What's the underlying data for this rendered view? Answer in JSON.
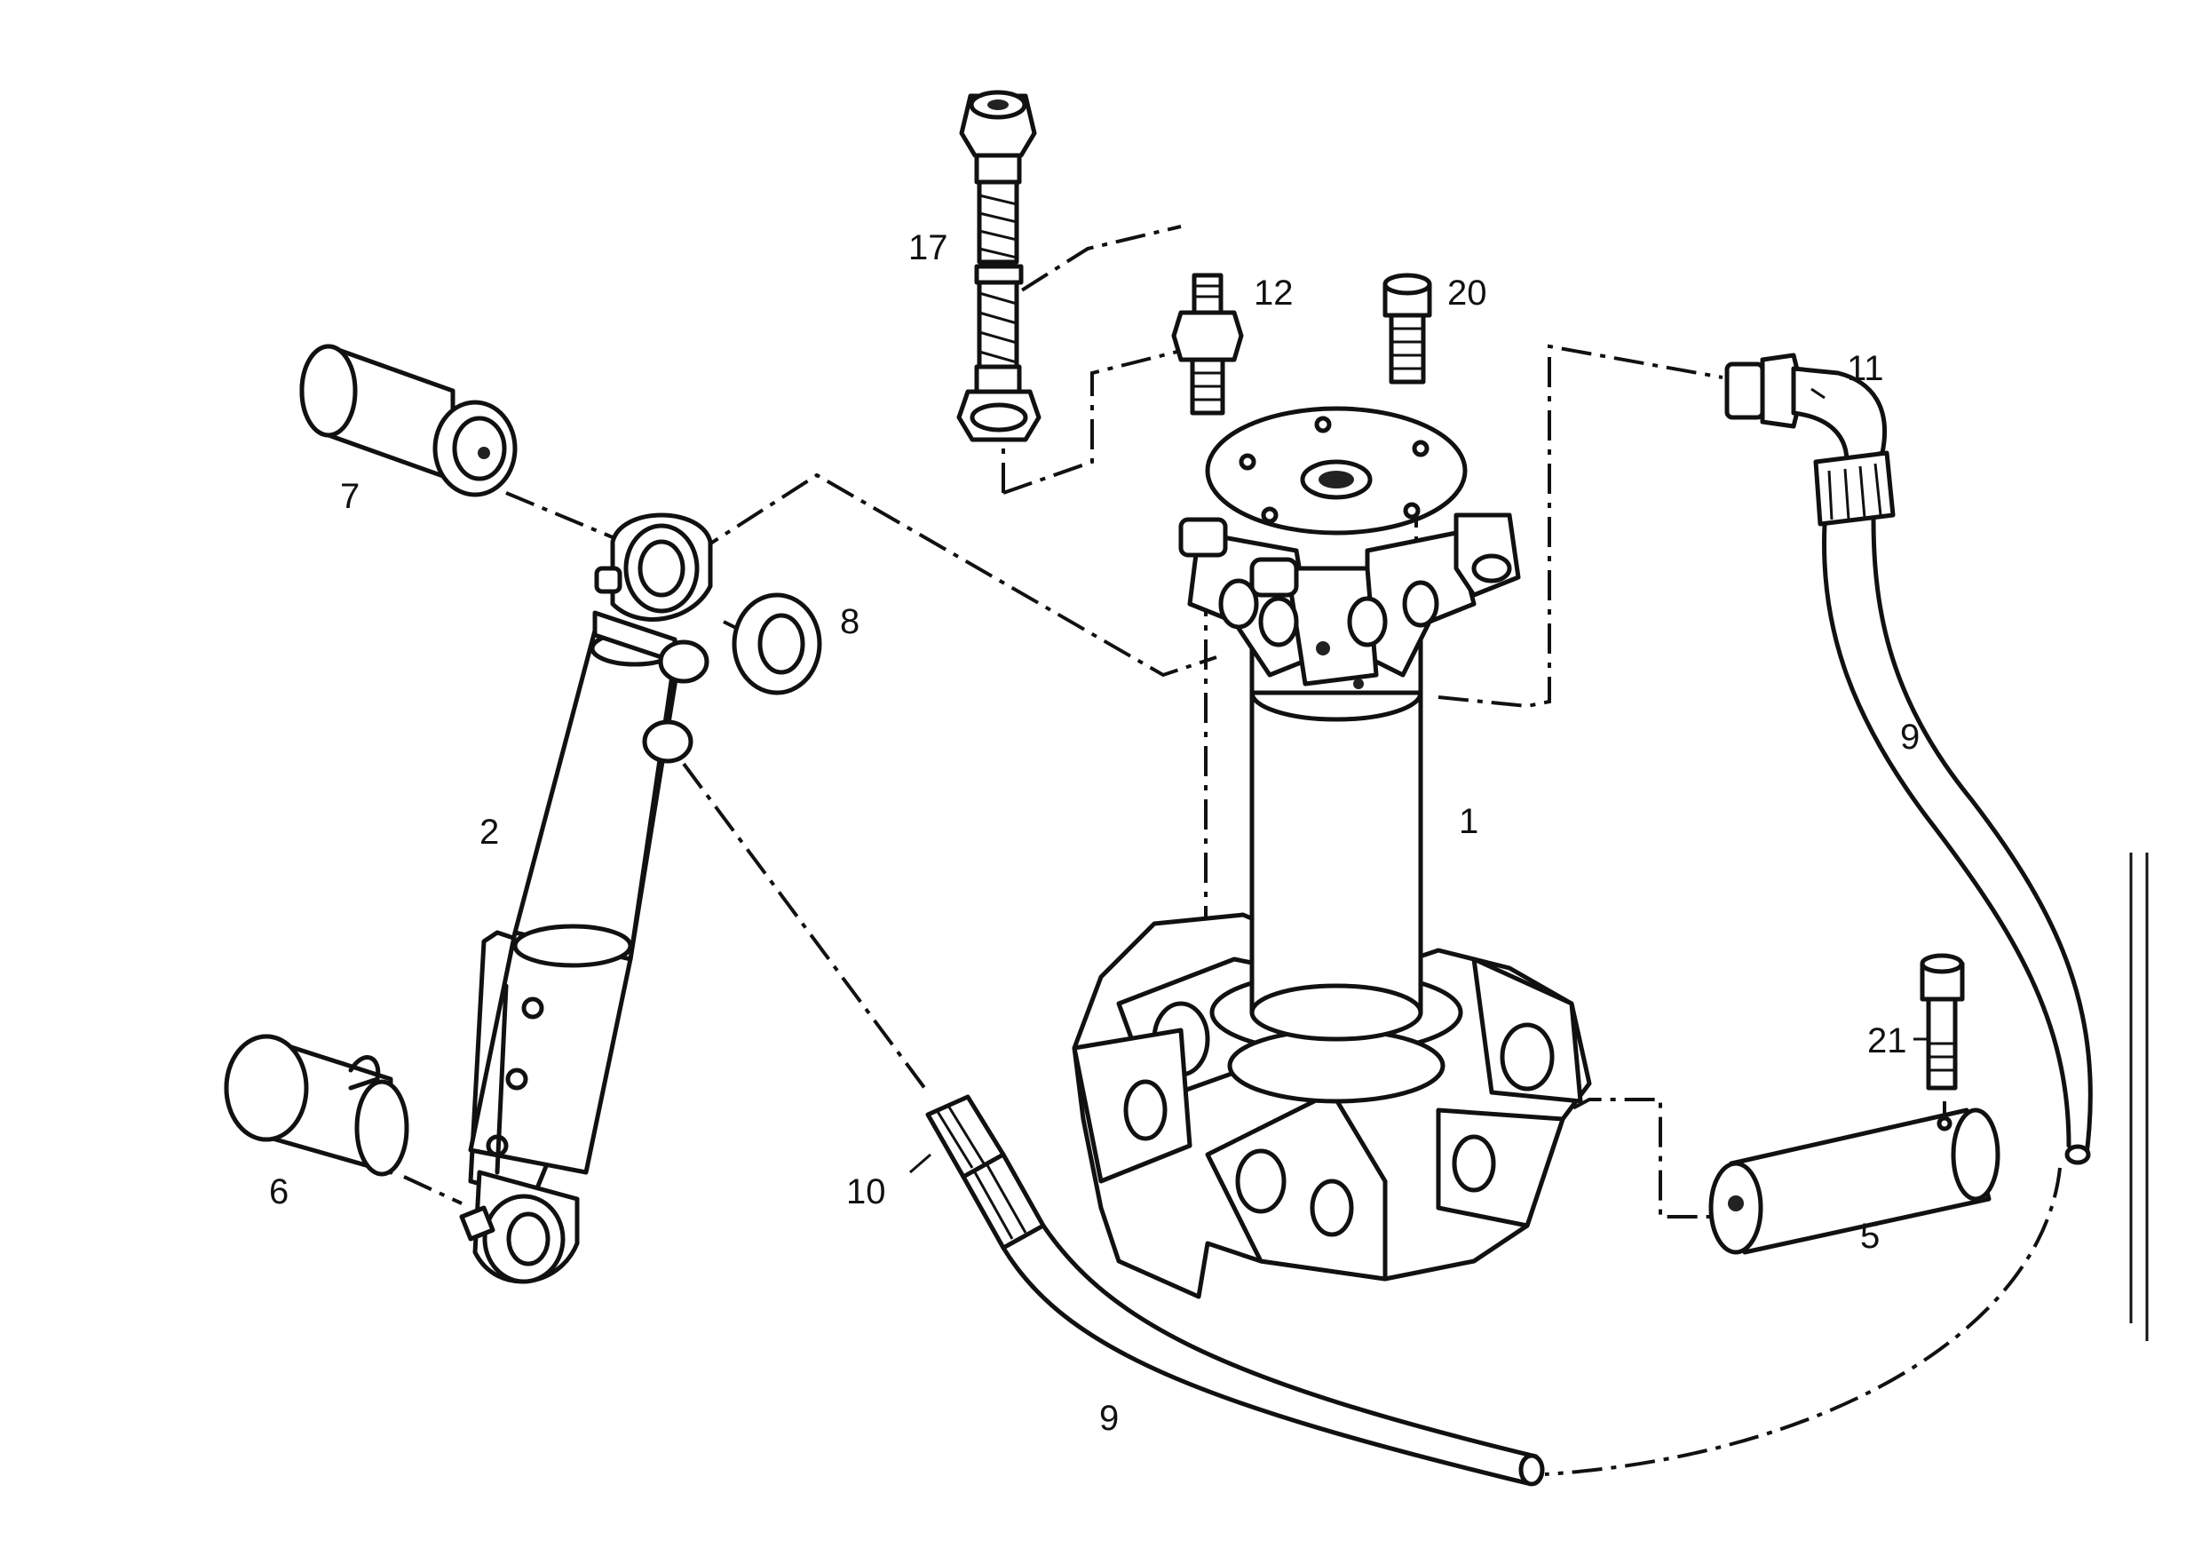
{
  "labels": {
    "p1": "1",
    "p2": "2",
    "p5": "5",
    "p6": "6",
    "p7": "7",
    "p8": "8",
    "p9a": "9",
    "p9b": "9",
    "p10": "10",
    "p11": "11",
    "p12": "12",
    "p17": "17",
    "p20": "20",
    "p21": "21"
  },
  "colors": {
    "line": "#111111",
    "background": "#ffffff"
  }
}
